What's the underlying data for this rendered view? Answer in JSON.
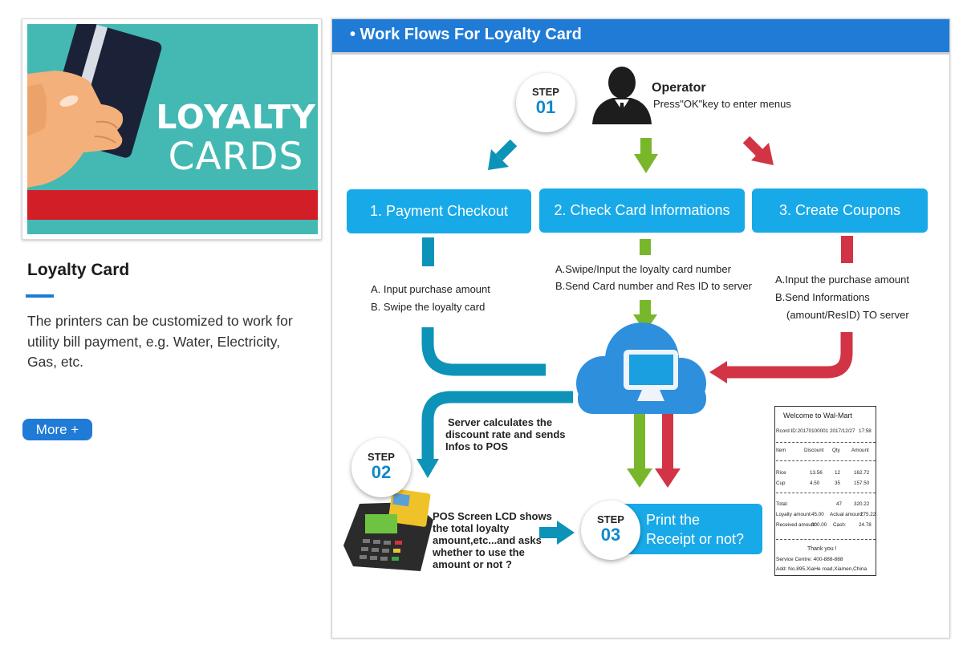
{
  "sidebar": {
    "hero_line1": "LOYALTY",
    "hero_line2": "CARDS",
    "title": "Loyalty Card",
    "description": "The printers can be customized to work for utility bill payment, e.g. Water, Electricity, Gas, etc.",
    "more_label": "More +"
  },
  "panel": {
    "title": "• Work Flows For Loyalty Card"
  },
  "flow": {
    "step_label": "STEP",
    "step1": "01",
    "step2": "02",
    "step3": "03",
    "operator": "Operator",
    "operator_hint": "Press\"OK\"key to enter menus",
    "stages": [
      {
        "label": "1. Payment Checkout"
      },
      {
        "label": "2. Check Card Informations"
      },
      {
        "label": "3. Create Coupons"
      }
    ],
    "payment_steps": [
      "A.  Input purchase amount",
      "B.  Swipe the loyalty card"
    ],
    "check_steps": [
      "A.Swipe/Input the loyalty card number",
      "B.Send Card number and Res ID to server"
    ],
    "coupon_steps": [
      "A.Input the purchase amount",
      "B.Send Informations",
      "(amount/ResID) TO server"
    ],
    "server_note": [
      "Server calculates the",
      "discount rate and sends",
      "Infos to POS"
    ],
    "pos_note": [
      "POS Screen LCD shows",
      "the total loyalty",
      "amount,etc...and asks",
      "whether to use the",
      "amount or not ?"
    ],
    "final_line1": "Print the",
    "final_line2": "Receipt or not?"
  },
  "receipt": {
    "title": "Welcome to Wal-Mart",
    "record_id": "Rcord ID:20170100001",
    "date": "2017/12/27",
    "time": "17:58",
    "headers": [
      "Item",
      "Discount",
      "Qty",
      "Amount"
    ],
    "rows": [
      [
        "Rice",
        "13.56",
        "12",
        "162.72"
      ],
      [
        "Cup",
        "4.50",
        "35",
        "157.50"
      ]
    ],
    "total_label": "Total:",
    "total_qty": "47",
    "total_amount": "320.22",
    "loyalty_label": "Loyalty amount:",
    "loyalty_value": "45.00",
    "actual_label": "Actual amount:",
    "actual_value": "275.22",
    "received_label": "Received amount:",
    "received_value": "300.00",
    "cash_label": "Cash:",
    "cash_value": "24.78",
    "thanks": "Thank you !",
    "service": "Service Centre: 400-888-888",
    "address": "Add: No.895,XiaHe road,Xiamen,China"
  },
  "colors": {
    "brand_blue": "#1f7bd6",
    "stage_blue": "#18a9e8",
    "teal_arrow": "#0d93b8",
    "green_arrow": "#78b72a",
    "red_arrow": "#d23446",
    "hero_teal": "#44b9b4",
    "hero_red": "#d21f27"
  },
  "icons": {
    "operator": "operator-silhouette-icon",
    "server": "cloud-computer-icon",
    "terminal": "pos-terminal-icon"
  }
}
